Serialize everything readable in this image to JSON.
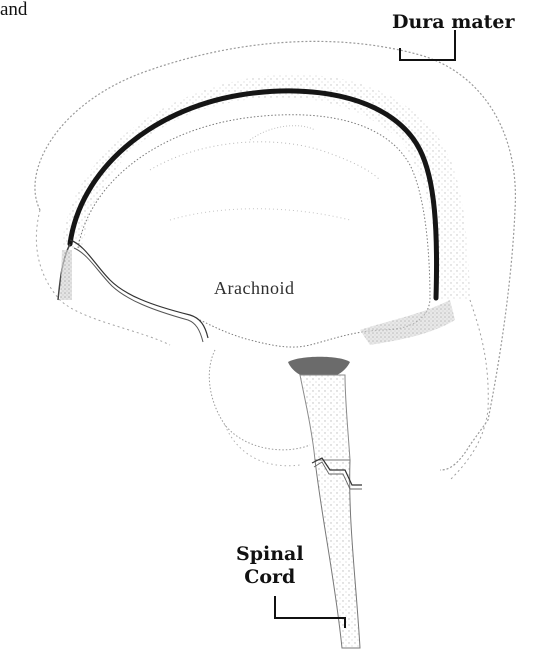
{
  "labels": {
    "cropped_text": "and",
    "dura_mater": "Dura mater",
    "arachnoid": "Arachnoid",
    "spinal_cord_line1": "Spinal",
    "spinal_cord_line2": "Cord"
  },
  "colors": {
    "background": "#ffffff",
    "ink": "#1a1a1a",
    "dark_band": "#151515",
    "shading": "#c8c8c8",
    "light_shading": "#e2e2e2"
  }
}
